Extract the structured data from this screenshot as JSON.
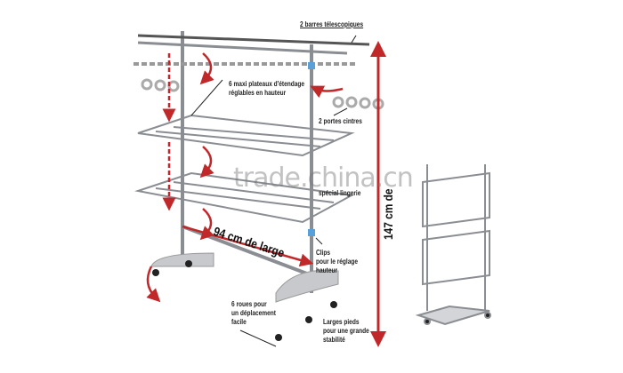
{
  "labels": {
    "telescopic_bars": "2 barres télescopiques",
    "trays_line1": "6 maxi plateaux d'étendage",
    "trays_line2": "réglables en hauteur",
    "hanger_holders": "2 portes cintres",
    "lingerie": "spécial lingerie",
    "width": "94 cm de large",
    "height": "147 cm de",
    "clips_line1": "Clips",
    "clips_line2": "pour le réglage",
    "clips_line3": "hauteur",
    "wheels_line1": "6 roues pour",
    "wheels_line2": "un déplacement",
    "wheels_line3": "facile",
    "feet_line1": "Larges pieds",
    "feet_line2": "pour une grande",
    "feet_line3": "stabilité"
  },
  "watermark": "trade.china.cn",
  "colors": {
    "arrow": "#c0282a",
    "frame": "#8a8d92",
    "clip": "#5aa0d8"
  }
}
